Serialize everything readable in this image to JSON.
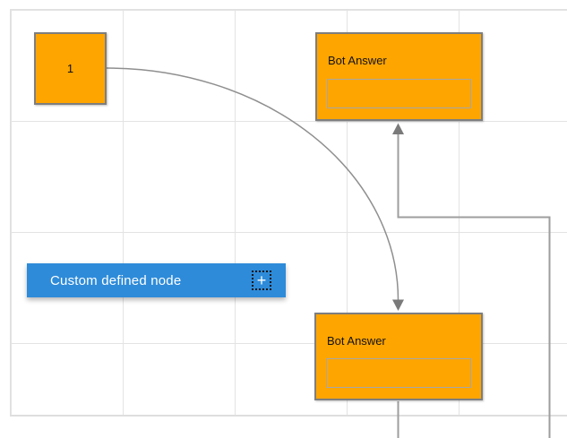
{
  "diagram": {
    "background_color": "#FFFFFF",
    "grid_color": "#E3E3E3",
    "connector_color": "#9E9E9E",
    "arrow_color": "#7A7A7A"
  },
  "nodes": {
    "start": {
      "label": "1",
      "fill_color": "#FFA500",
      "border_color": "#7E7E7E"
    },
    "bot_answer_top": {
      "title": "Bot Answer",
      "input_value": "",
      "fill_color": "#FFA500"
    },
    "bot_answer_bottom": {
      "title": "Bot Answer",
      "input_value": "",
      "fill_color": "#FFA500"
    },
    "custom_defined": {
      "label": "Custom defined node",
      "add_button_label": "+",
      "fill_color": "#2E8BD9",
      "text_color": "#FFFFFF"
    }
  }
}
